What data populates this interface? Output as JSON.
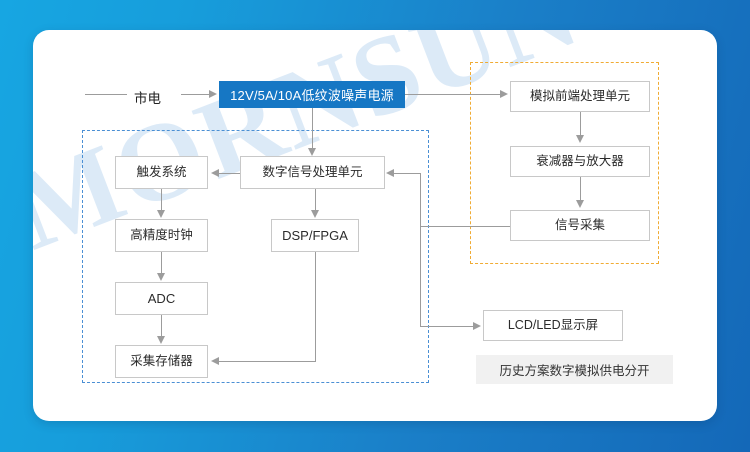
{
  "diagram": {
    "title_text": "",
    "colors": {
      "page_background_light": "#17a6e2",
      "page_background_dark": "#1468b8",
      "card_background": "#ffffff",
      "highlight_box": "#1677c4",
      "digital_group_border": "#4a8fd4",
      "analog_group_border": "#f0ab33",
      "connector": "#9c9c9c",
      "node_border": "#c8c8c8",
      "note_background": "#f1f1f1",
      "watermark": "#dceaf7"
    },
    "watermark_text": "MORNSUN",
    "source_label": "市电",
    "power_supply": "12V/5A/10A低纹波噪声电源",
    "digital_group": {
      "nodes": [
        {
          "id": "dsp-unit",
          "label": "数字信号处理单元"
        },
        {
          "id": "trigger-system",
          "label": "触发系统"
        },
        {
          "id": "high-precision-clock",
          "label": "高精度时钟"
        },
        {
          "id": "adc",
          "label": "ADC"
        },
        {
          "id": "acquisition-memory",
          "label": "采集存储器"
        },
        {
          "id": "dsp-fpga",
          "label": "DSP/FPGA"
        }
      ]
    },
    "analog_group": {
      "nodes": [
        {
          "id": "analog-front-end",
          "label": "模拟前端处理单元"
        },
        {
          "id": "attenuator-amplifier",
          "label": "衰减器与放大器"
        },
        {
          "id": "signal-acquisition",
          "label": "信号采集"
        }
      ]
    },
    "display_node": "LCD/LED显示屏",
    "note": "历史方案数字模拟供电分开"
  }
}
